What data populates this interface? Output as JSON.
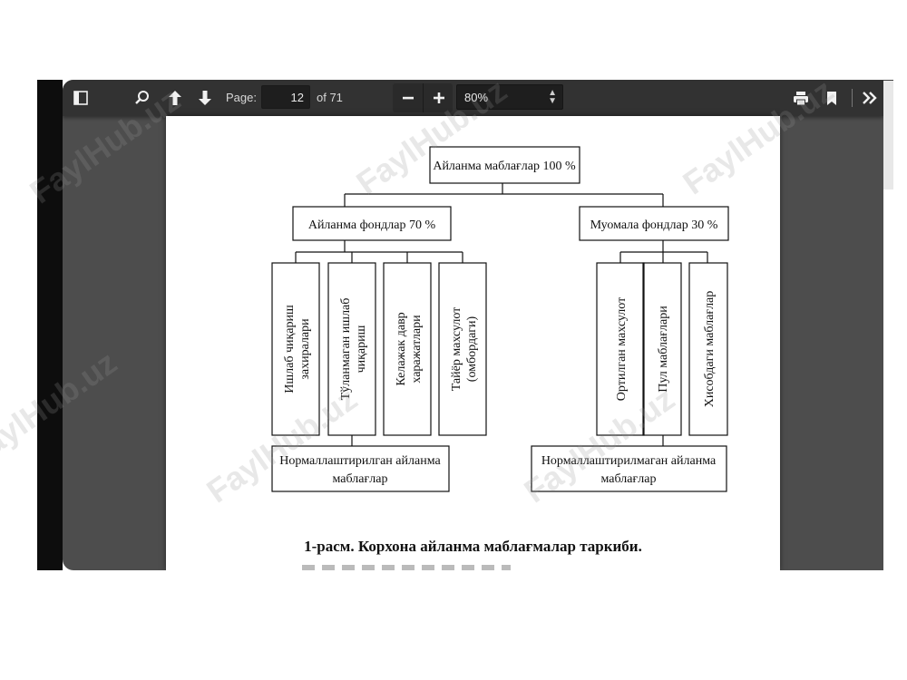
{
  "toolbar": {
    "page_label": "Page:",
    "page_value": "12",
    "page_total": "of 71",
    "zoom_value": "80%",
    "icons": [
      "sidebar-toggle-icon",
      "search-icon",
      "arrow-up-icon",
      "arrow-down-icon",
      "minus-icon",
      "plus-icon",
      "print-icon",
      "bookmark-icon",
      "double-chevron-right-icon"
    ]
  },
  "diagram": {
    "root": "Айланма маблағлар 100 %",
    "left_group": "Айланма фондлар 70 %",
    "right_group": "Муомала фондлар 30 %",
    "left_items": [
      [
        "Ишлаб чиқариш",
        "захиралари"
      ],
      [
        "Тўланмаган ишлаб",
        "чиқариш"
      ],
      [
        "Келажак давр",
        "харажатлари"
      ],
      [
        "Тайёр махсулот",
        "(омбордаги)"
      ]
    ],
    "right_items": [
      [
        "Ортилган махсулот"
      ],
      [
        "Пул маблағлари"
      ],
      [
        "Хисобдаги маблағлар"
      ]
    ],
    "left_bottom": [
      "Нормаллаштирилган айланма",
      "маблағлар"
    ],
    "right_bottom": [
      "Нормаллаштирилмаган айланма",
      "маблағлар"
    ]
  },
  "caption": "1-расм. Корхона айланма маблағмалар таркиби.",
  "watermark": "FaylHub.uz"
}
